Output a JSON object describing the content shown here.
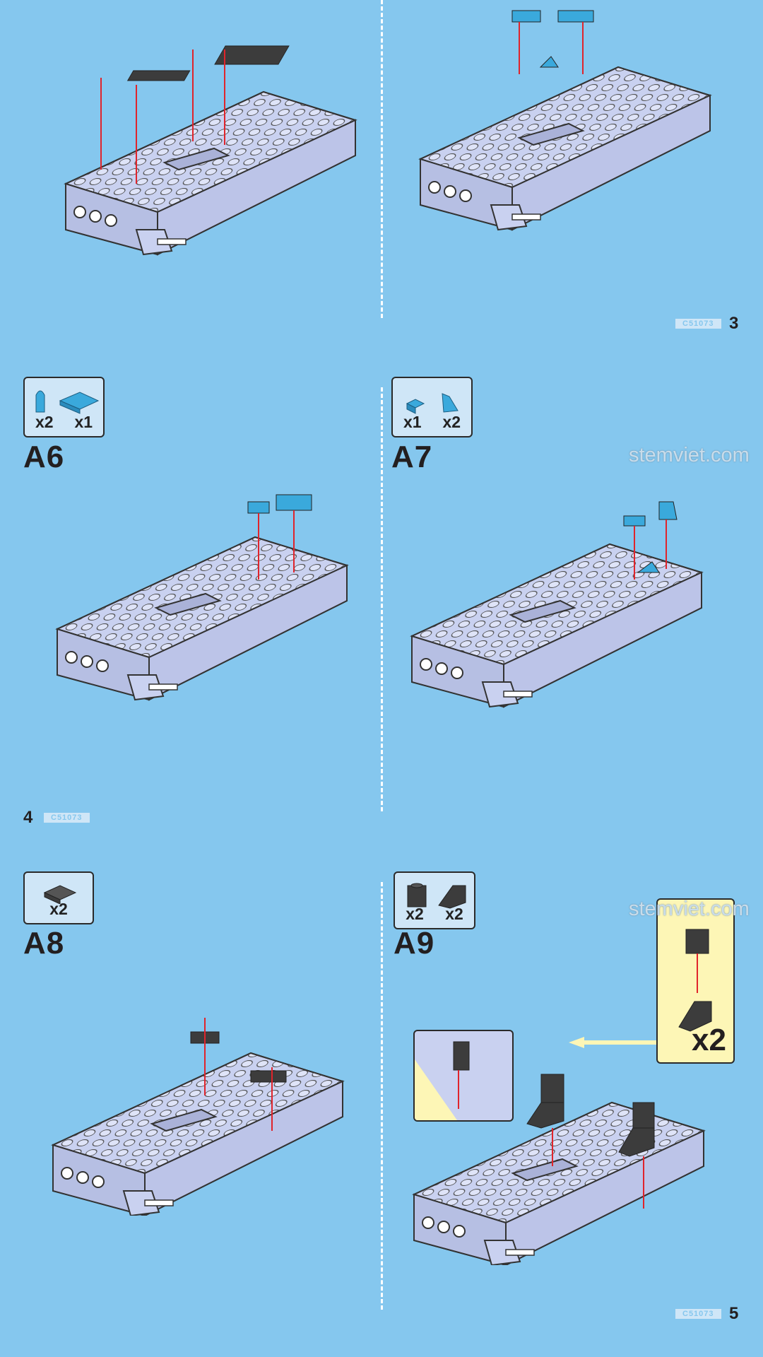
{
  "watermark": "stemviet.com",
  "product_code": "C51073",
  "pages": {
    "top": "3",
    "middle": "4",
    "bottom": "5"
  },
  "steps": [
    {
      "label": "A6",
      "counts": [
        "x2",
        "x1"
      ],
      "part_color": "#3aa9dc"
    },
    {
      "label": "A7",
      "counts": [
        "x1",
        "x2"
      ],
      "part_color": "#3aa9dc"
    },
    {
      "label": "A8",
      "counts": [
        "x2"
      ],
      "part_color": "#3c3c3c"
    },
    {
      "label": "A9",
      "counts": [
        "x2",
        "x2"
      ],
      "part_color": "#3c3c3c"
    }
  ],
  "callout": {
    "count": "x2"
  },
  "colors": {
    "background": "#85c7ee",
    "model": "#c9d1f0",
    "arrow": "#e0242b"
  }
}
